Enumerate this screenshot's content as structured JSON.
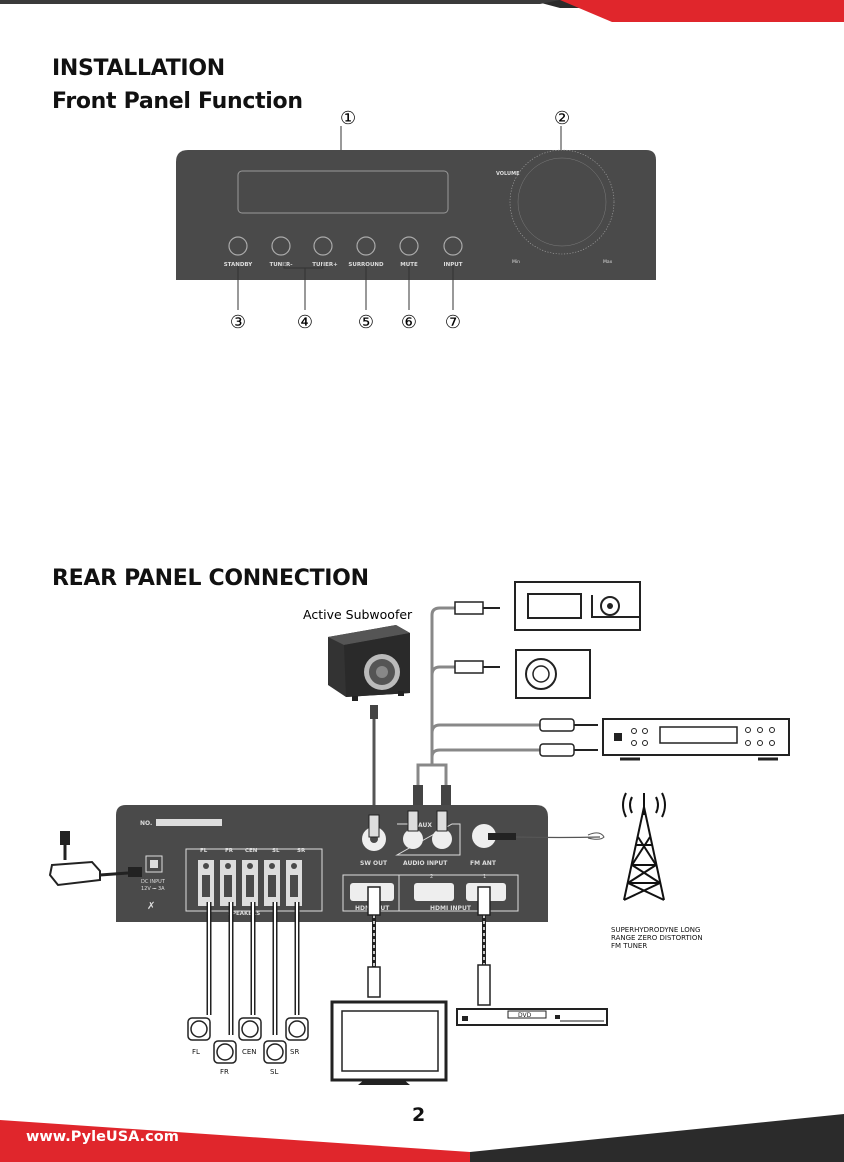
{
  "header": {
    "title": "INSTALLATION",
    "subtitle": "Front Panel Function"
  },
  "front_panel": {
    "callouts": [
      "①",
      "②",
      "③",
      "④",
      "⑤",
      "⑥",
      "⑦"
    ],
    "buttons": [
      "STANDBY",
      "TUNER-",
      "TUNER+",
      "SURROUND",
      "MUTE",
      "INPUT"
    ],
    "knob_label": "VOLUME",
    "knob_min": "Min",
    "knob_max": "Max"
  },
  "rear": {
    "title": "REAR PANEL CONNECTION",
    "subwoofer_label": "Active Subwoofer",
    "panel_no": "NO.",
    "speaker_channels": [
      "FL",
      "FR",
      "CEN",
      "SL",
      "SR"
    ],
    "speakers_group": "SPEAKERS",
    "dc_input": "DC INPUT",
    "dc_rating": "12V ⎓ 3A",
    "aux": "AUX",
    "sw_out": "SW OUT",
    "audio_input": "AUDIO INPUT",
    "fm_ant": "FM ANT",
    "hdmi_out": "HDMI OUT",
    "hdmi_input": "HDMI INPUT",
    "hdmi_num_1": "1",
    "hdmi_num_2": "2",
    "tuner_text": [
      "SUPERHYDRODYNE LONG",
      "RANGE ZERO DISTORTION",
      "FM TUNER"
    ],
    "dvd_label": "DVD",
    "speaker_labels": [
      "FL",
      "FR",
      "CEN",
      "SL",
      "SR"
    ]
  },
  "footer": {
    "page_number": "2",
    "url": "www.PyleUSA.com"
  },
  "colors": {
    "accent_red": "#e0262c",
    "dark": "#2b2b2b",
    "panel": "#4a4a4a"
  }
}
